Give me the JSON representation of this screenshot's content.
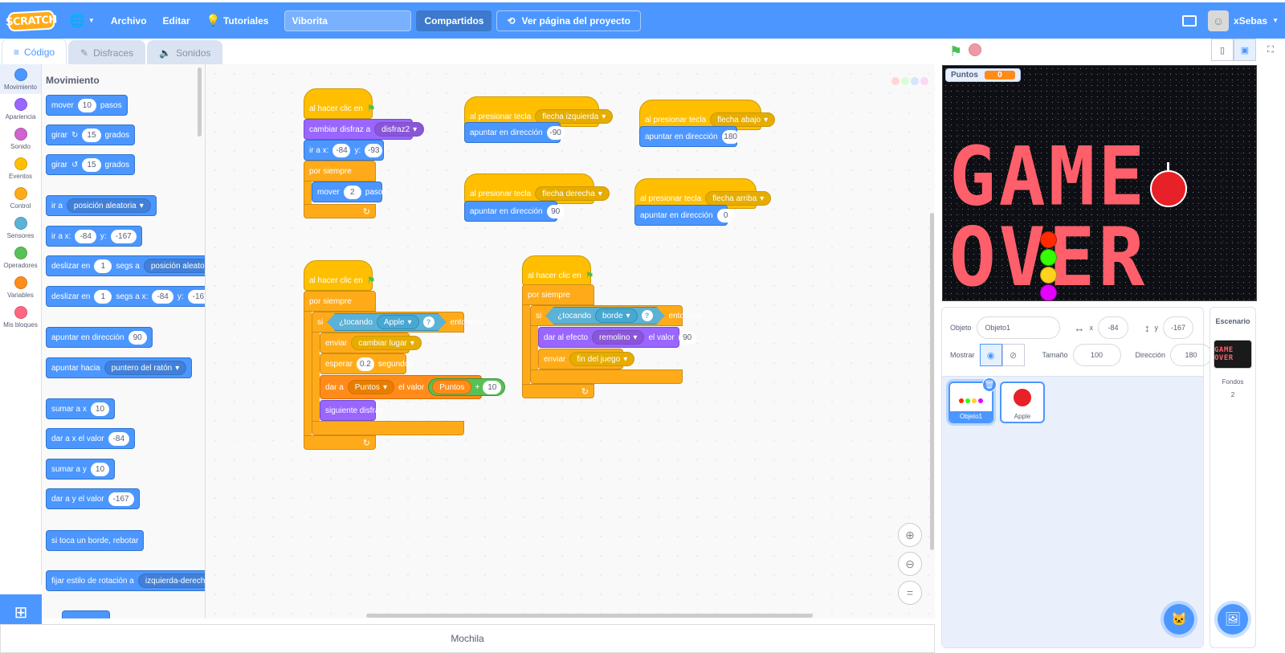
{
  "menubar": {
    "logo": "SCRATCH",
    "archivo": "Archivo",
    "editar": "Editar",
    "tutoriales": "Tutoriales",
    "project_title": "Viborita",
    "compartidos": "Compartidos",
    "ver_proyecto": "Ver página del proyecto",
    "username": "xSebas"
  },
  "tabs": {
    "codigo": "Código",
    "disfraces": "Disfraces",
    "sonidos": "Sonidos"
  },
  "categories": [
    {
      "label": "Movimiento",
      "color": "#4c97ff"
    },
    {
      "label": "Apariencia",
      "color": "#9966ff"
    },
    {
      "label": "Sonido",
      "color": "#cf63cf"
    },
    {
      "label": "Eventos",
      "color": "#ffbf00"
    },
    {
      "label": "Control",
      "color": "#ffab19"
    },
    {
      "label": "Sensores",
      "color": "#5cb1d6"
    },
    {
      "label": "Operadores",
      "color": "#59c059"
    },
    {
      "label": "Variables",
      "color": "#ff8c1a"
    },
    {
      "label": "Mis bloques",
      "color": "#ff6680"
    }
  ],
  "palette": {
    "title": "Movimiento",
    "mover": "mover",
    "mover_val": "10",
    "pasos": "pasos",
    "girar": "girar",
    "girar_val": "15",
    "grados": "grados",
    "ir_a": "ir a",
    "posicion_aleatoria": "posición aleatoria",
    "ir_a_x": "ir a x:",
    "x_val": "-84",
    "y_lbl": "y:",
    "y_val": "-167",
    "deslizar_en": "deslizar en",
    "uno": "1",
    "segs_a": "segs a",
    "segs_a_x": "segs a x:",
    "apuntar_dir": "apuntar en dirección",
    "dir_val": "90",
    "apuntar_hacia": "apuntar hacia",
    "puntero": "puntero del ratón",
    "sumar_x": "sumar a x",
    "sumar_val": "10",
    "dar_x": "dar a x el valor",
    "sumar_y": "sumar a y",
    "dar_y": "dar a y el valor",
    "rebotar": "si toca un borde, rebotar",
    "fijar_rot": "fijar estilo de rotación a",
    "izq_der": "izquierda-derecha"
  },
  "scripts": {
    "al_hacer_clic": "al hacer clic en",
    "cambiar_disfraz": "cambiar disfraz a",
    "disfraz2": "disfraz2",
    "ir_a_x": "ir a x:",
    "x": "-84",
    "y_lbl": "y:",
    "y": "-93",
    "por_siempre": "por siempre",
    "mover": "mover",
    "mover_val": "2",
    "pasos": "pasos",
    "al_presionar": "al presionar tecla",
    "flecha_izq": "flecha izquierda",
    "flecha_der": "flecha derecha",
    "flecha_abajo": "flecha abajo",
    "flecha_arriba": "flecha arriba",
    "apuntar": "apuntar en dirección",
    "dir_m90": "-90",
    "dir_90": "90",
    "dir_180": "180",
    "dir_0": "0",
    "si": "si",
    "tocando": "¿tocando",
    "apple": "Apple",
    "q": "?",
    "entonces": "entonces",
    "enviar": "enviar",
    "cambiar_lugar": "cambiar lugar",
    "esperar": "esperar",
    "esperar_val": "0.2",
    "segundos": "segundos",
    "dar_a": "dar a",
    "puntos": "Puntos",
    "el_valor": "el valor",
    "plus": "+",
    "diez": "10",
    "siguiente_disfraz": "siguiente disfraz",
    "borde": "borde",
    "dar_efecto": "dar al efecto",
    "remolino": "remolino",
    "efecto_val": "90",
    "fin_juego": "fin del juego"
  },
  "backpack": "Mochila",
  "stage": {
    "monitor_label": "Puntos",
    "monitor_value": "0",
    "gameover": "GAME OVER",
    "snake_colors": [
      "#ff2a00",
      "#33ff00",
      "#ffd21f",
      "#e600ff"
    ]
  },
  "sprite_info": {
    "objeto_lbl": "Objeto",
    "objeto_val": "Objeto1",
    "x_lbl": "x",
    "x_val": "-84",
    "y_lbl": "y",
    "y_val": "-167",
    "mostrar": "Mostrar",
    "tamano_lbl": "Tamaño",
    "tamano_val": "100",
    "direccion_lbl": "Dirección",
    "direccion_val": "180"
  },
  "sprites": [
    {
      "name": "Objeto1"
    },
    {
      "name": "Apple"
    }
  ],
  "backdrop": {
    "title": "Escenario",
    "thumb_text": "GAME OVER",
    "fondos_lbl": "Fondos",
    "fondos_count": "2"
  }
}
